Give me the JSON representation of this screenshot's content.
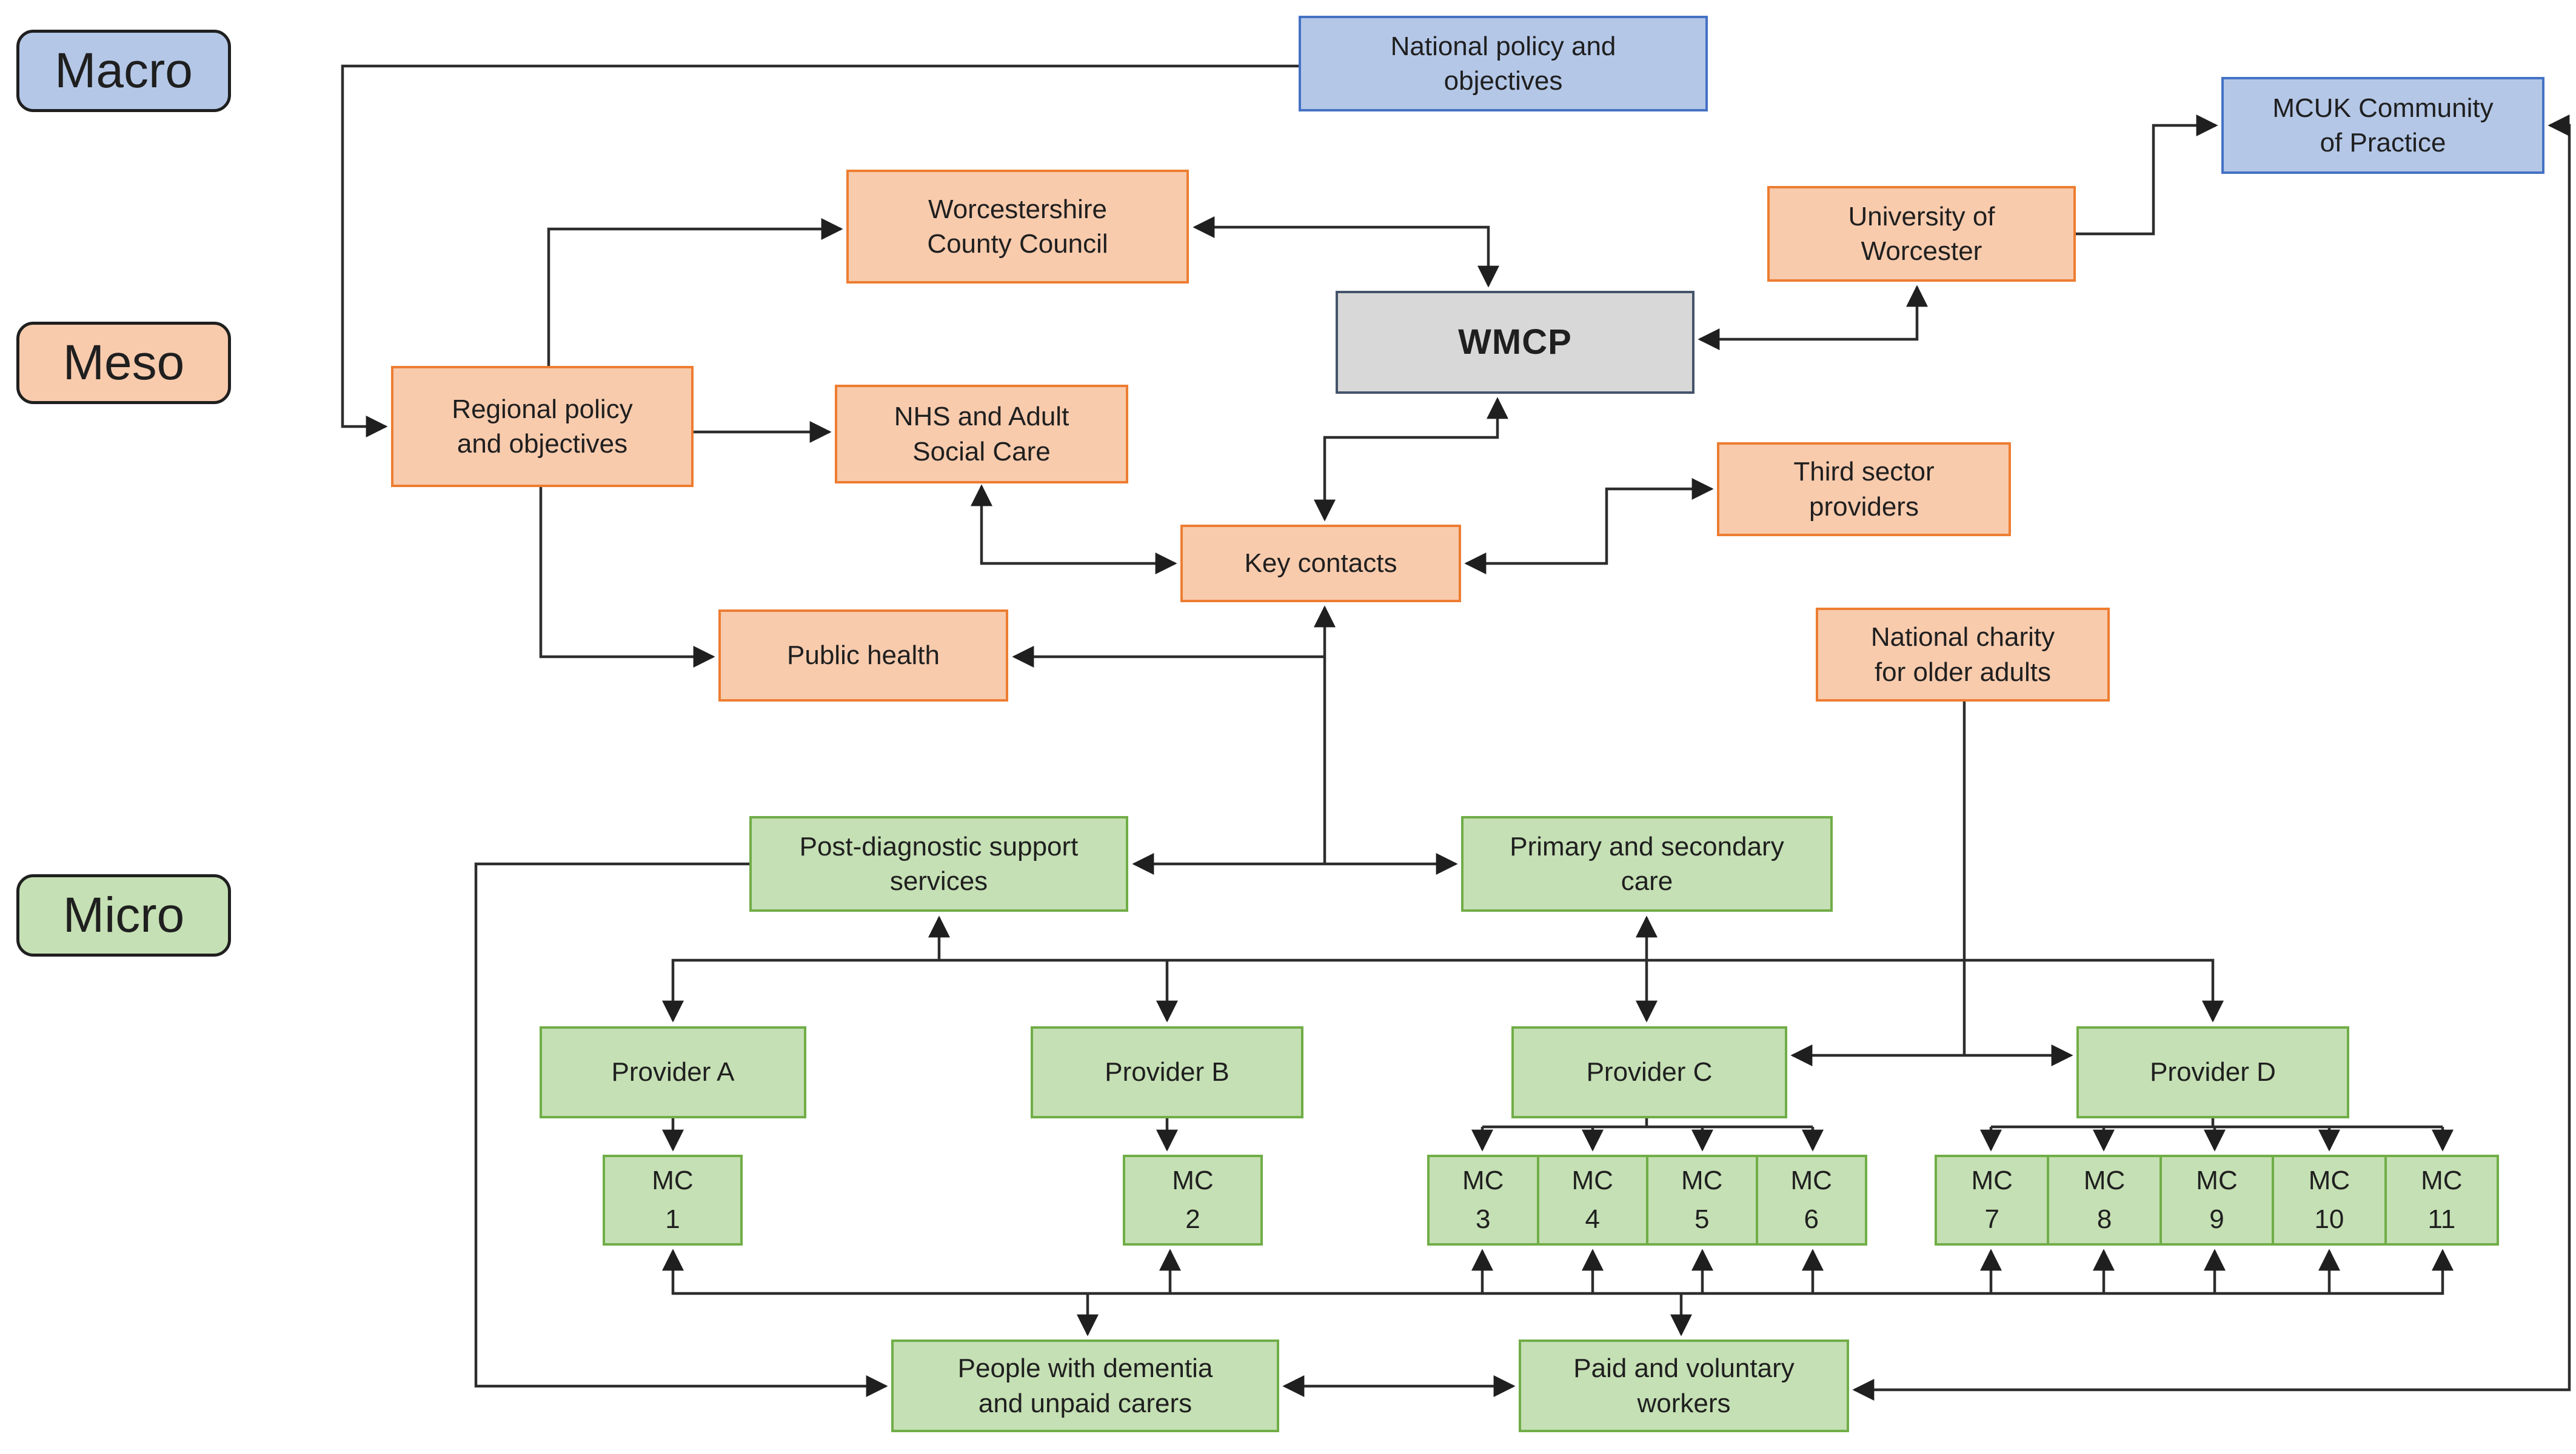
{
  "levels": {
    "macro": "Macro",
    "meso": "Meso",
    "micro": "Micro"
  },
  "nodes": {
    "national_policy": "National policy and\nobjectives",
    "mcuk": "MCUK Community\nof Practice",
    "worcestershire": "Worcestershire\nCounty Council",
    "university": "University of\nWorcester",
    "wmcp": "WMCP",
    "regional": "Regional policy\nand objectives",
    "nhs": "NHS and Adult\nSocial Care",
    "third_sector": "Third sector\nproviders",
    "key_contacts": "Key contacts",
    "national_charity": "National charity\nfor older adults",
    "public_health": "Public health",
    "post_diagnostic": "Post-diagnostic support\nservices",
    "primary_care": "Primary and secondary\ncare",
    "provider_a": "Provider A",
    "provider_b": "Provider B",
    "provider_c": "Provider C",
    "provider_d": "Provider D",
    "mc1": "MC\n1",
    "mc2": "MC\n2",
    "mc3": "MC\n3",
    "mc4": "MC\n4",
    "mc5": "MC\n5",
    "mc6": "MC\n6",
    "mc7": "MC\n7",
    "mc8": "MC\n8",
    "mc9": "MC\n9",
    "mc10": "MC\n10",
    "mc11": "MC\n11",
    "people": "People with dementia\nand unpaid carers",
    "paid_workers": "Paid and voluntary\nworkers"
  },
  "colors": {
    "blue_fill": "#b4c7e7",
    "blue_border": "#4472c4",
    "orange_fill": "#f8cbad",
    "orange_border": "#ed7d31",
    "green_fill": "#c5e0b4",
    "green_border": "#70ad47",
    "gray_fill": "#d8d8d8",
    "gray_border": "#44546a",
    "connector": "#2d2d2d",
    "text": "#1f1f1f",
    "background": "#ffffff"
  }
}
